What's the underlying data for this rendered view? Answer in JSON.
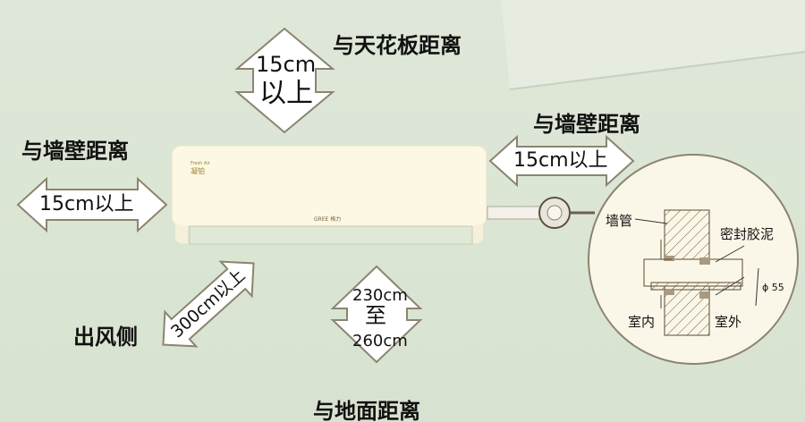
{
  "labels": {
    "ceiling": "与天花板距离",
    "wall_left": "与墙壁距离",
    "wall_right": "与墙壁距离",
    "outlet_side": "出风侧",
    "floor": "与地面距离"
  },
  "arrows": {
    "top": {
      "line1": "15cm",
      "line2": "以上"
    },
    "left": "15cm以上",
    "right": "15cm以上",
    "diagonal": "300cm以上",
    "bottom": {
      "line1": "230cm",
      "line2": "至",
      "line3": "260cm"
    }
  },
  "unit": {
    "brand_small": "Fresh Air",
    "brand": "凝铂",
    "logo": "GREE 格力"
  },
  "inset": {
    "wall_pipe": "墙管",
    "sealant": "密封胶泥",
    "indoor": "室内",
    "outdoor": "室外",
    "diameter": "ϕ 55"
  },
  "colors": {
    "arrow_fill": "#ffffff",
    "arrow_stroke": "#8a8570",
    "unit": "#fcf8e4",
    "hatch": "#5a4a30",
    "seal": "#a89a80"
  }
}
